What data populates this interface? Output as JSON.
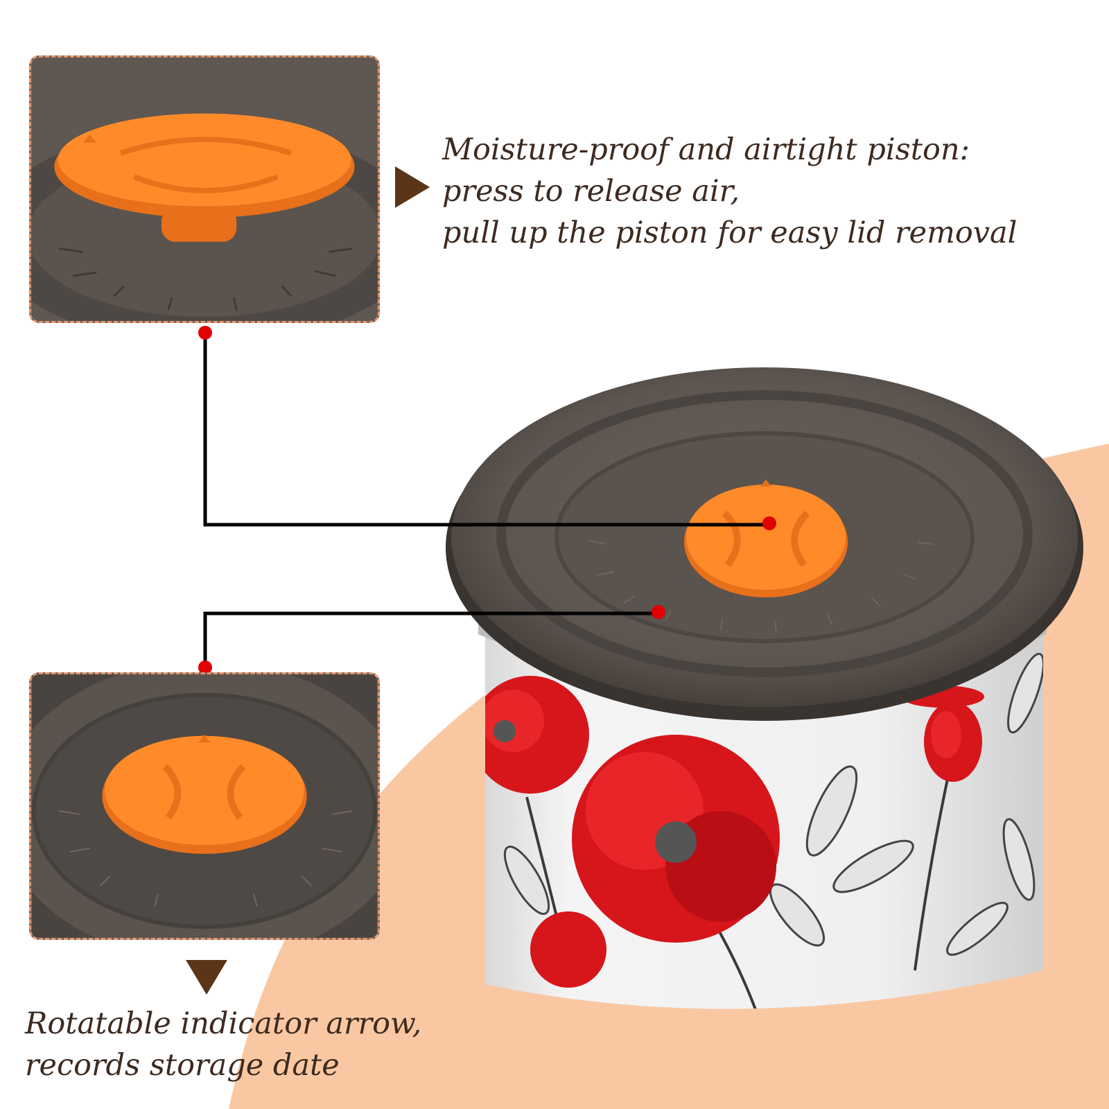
{
  "colors": {
    "background": "#ffffff",
    "accent_peach": "#f9c8a3",
    "lid_dark": "#5a524d",
    "piston_orange": "#ff8a2a",
    "text_brown": "#3d2a1f",
    "arrow_brown": "#5a3518",
    "marker_red": "#e10000",
    "frame_dashed": "#e6946a"
  },
  "callouts": {
    "top": {
      "lines": [
        "Moisture-proof and airtight piston:",
        "press to release air,",
        "pull up the piston for easy lid removal"
      ]
    },
    "bottom": {
      "lines": [
        "Rotatable indicator arrow,",
        "records storage date"
      ]
    }
  },
  "icons": {
    "top_pointer": "triangle-right-icon",
    "bottom_pointer": "triangle-down-icon"
  }
}
